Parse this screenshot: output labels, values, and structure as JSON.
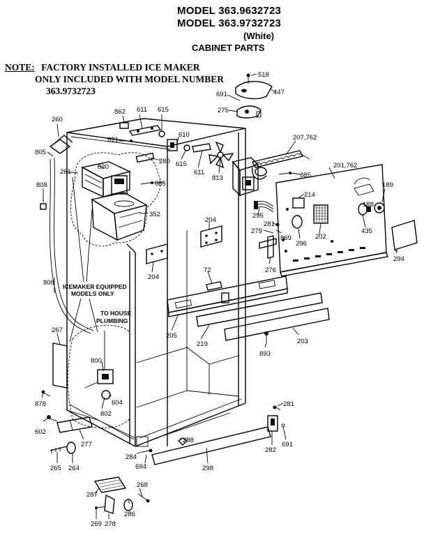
{
  "header": {
    "model1": "MODEL 363.9632723",
    "model2": "MODEL 363.9732723",
    "white": "(White)",
    "section": "CABINET PARTS"
  },
  "note": {
    "label": "NOTE:",
    "line1": "FACTORY INSTALLED ICE MAKER",
    "line2": "ONLY INCLUDED WITH MODEL NUMBER",
    "line3": "363.9732723"
  },
  "callouts": {
    "icemaker_line1": "ICEMAKER EQUIPPED",
    "icemaker_line2": "MODELS ONLY",
    "house_line1": "TO HOUSE",
    "house_line2": "PLUMBING"
  },
  "parts": [
    {
      "id": "p518",
      "label": "518"
    },
    {
      "id": "p447",
      "label": "447"
    },
    {
      "id": "p691a",
      "label": "691"
    },
    {
      "id": "p275",
      "label": "275"
    },
    {
      "id": "p260",
      "label": "260"
    },
    {
      "id": "p862",
      "label": "862"
    },
    {
      "id": "p611a",
      "label": "611"
    },
    {
      "id": "p615a",
      "label": "615"
    },
    {
      "id": "p691b",
      "label": "691"
    },
    {
      "id": "p610",
      "label": "610"
    },
    {
      "id": "p207",
      "label": "207,762"
    },
    {
      "id": "p805",
      "label": "805"
    },
    {
      "id": "p261",
      "label": "261"
    },
    {
      "id": "p820",
      "label": "820"
    },
    {
      "id": "p280",
      "label": "280"
    },
    {
      "id": "p615b",
      "label": "615"
    },
    {
      "id": "p611b",
      "label": "611"
    },
    {
      "id": "p813",
      "label": "813"
    },
    {
      "id": "p885a",
      "label": "885"
    },
    {
      "id": "p201",
      "label": "201,762"
    },
    {
      "id": "p885b",
      "label": "885"
    },
    {
      "id": "p808",
      "label": "808"
    },
    {
      "id": "p214",
      "label": "214"
    },
    {
      "id": "p189",
      "label": "189"
    },
    {
      "id": "p352",
      "label": "352"
    },
    {
      "id": "p295",
      "label": "295"
    },
    {
      "id": "p204a",
      "label": "204"
    },
    {
      "id": "p188",
      "label": "188"
    },
    {
      "id": "p281a",
      "label": "281"
    },
    {
      "id": "p279",
      "label": "279"
    },
    {
      "id": "p869",
      "label": "869"
    },
    {
      "id": "p202",
      "label": "202"
    },
    {
      "id": "p435",
      "label": "435"
    },
    {
      "id": "p296",
      "label": "296"
    },
    {
      "id": "p294",
      "label": "294"
    },
    {
      "id": "p276",
      "label": "276"
    },
    {
      "id": "p204b",
      "label": "204"
    },
    {
      "id": "p72",
      "label": "72"
    },
    {
      "id": "p806",
      "label": "806"
    },
    {
      "id": "p205",
      "label": "205"
    },
    {
      "id": "p219",
      "label": "219"
    },
    {
      "id": "p203",
      "label": "203"
    },
    {
      "id": "p267",
      "label": "267"
    },
    {
      "id": "p893",
      "label": "893"
    },
    {
      "id": "p800",
      "label": "800"
    },
    {
      "id": "p604",
      "label": "604"
    },
    {
      "id": "p802",
      "label": "802"
    },
    {
      "id": "p878",
      "label": "878"
    },
    {
      "id": "p602",
      "label": "602"
    },
    {
      "id": "p281b",
      "label": "281"
    },
    {
      "id": "p277",
      "label": "277"
    },
    {
      "id": "p288a",
      "label": "288"
    },
    {
      "id": "p691c",
      "label": "691"
    },
    {
      "id": "p282",
      "label": "282"
    },
    {
      "id": "p265",
      "label": "265"
    },
    {
      "id": "p264",
      "label": "264"
    },
    {
      "id": "p284",
      "label": "284"
    },
    {
      "id": "p694",
      "label": "694"
    },
    {
      "id": "p298",
      "label": "298"
    },
    {
      "id": "p268",
      "label": "268"
    },
    {
      "id": "p287",
      "label": "287"
    },
    {
      "id": "p286",
      "label": "286"
    },
    {
      "id": "p269",
      "label": "269"
    },
    {
      "id": "p278",
      "label": "278"
    }
  ]
}
